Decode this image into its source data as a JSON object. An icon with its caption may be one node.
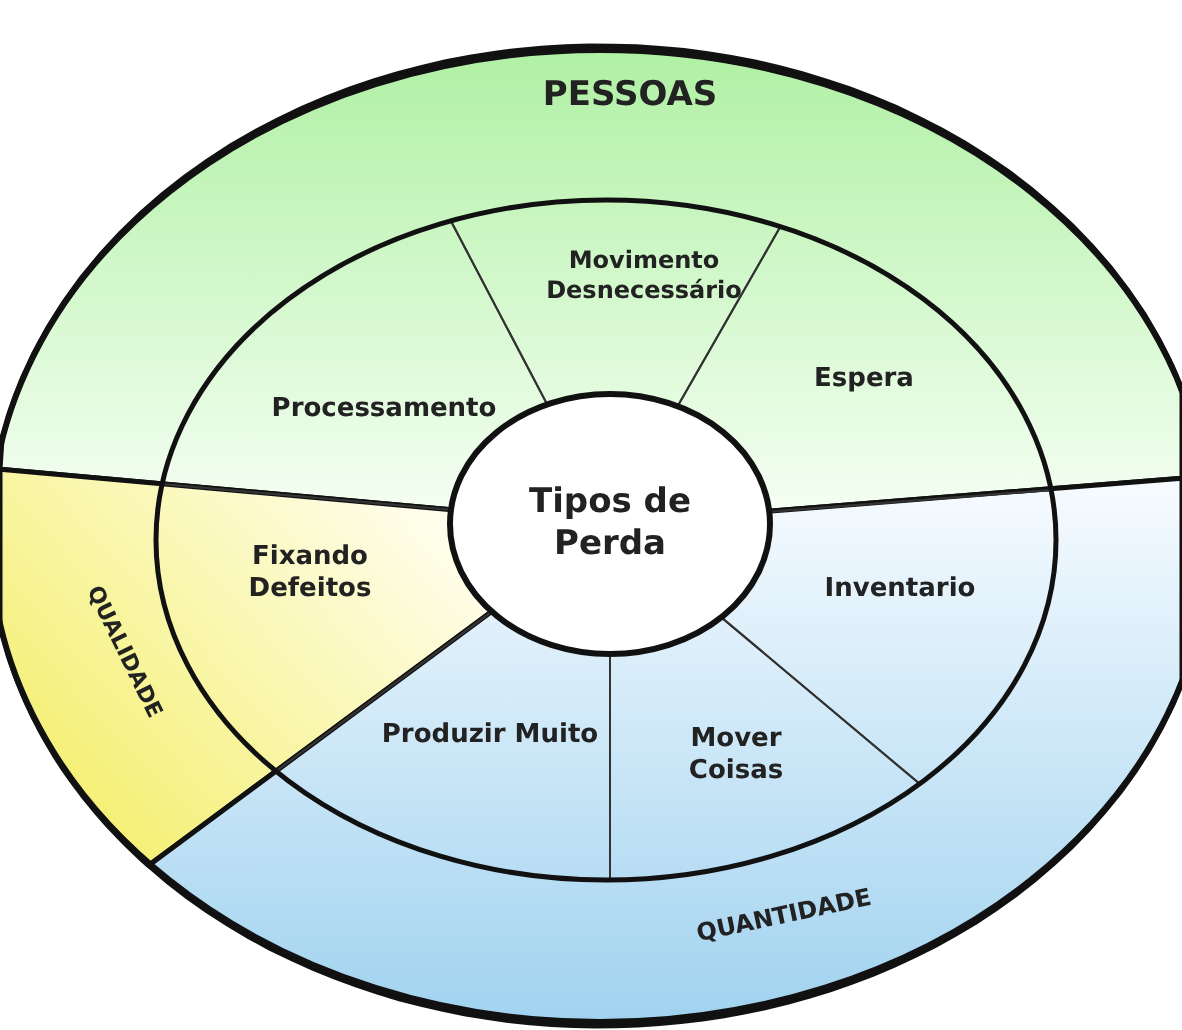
{
  "diagram": {
    "nodes": [
      {
        "text": [
          "PESSOAS"
        ]
      },
      {
        "text": [
          "Movimento Desnecessário"
        ]
      },
      {
        "text": [
          "Processamento"
        ]
      },
      {
        "text": [
          "Espera"
        ]
      },
      {
        "text": [
          "Tipos de Perda"
        ]
      },
      {
        "text": [
          "Fixando Defeitos"
        ]
      },
      {
        "text": [
          "Inventario"
        ]
      },
      {
        "text": [
          "QUALIDADE"
        ]
      },
      {
        "text": [
          "Produzir Muito"
        ]
      },
      {
        "text": [
          "Mover Coisas"
        ]
      },
      {
        "text": [
          "QUANTIDADE"
        ]
      }
    ]
  }
}
